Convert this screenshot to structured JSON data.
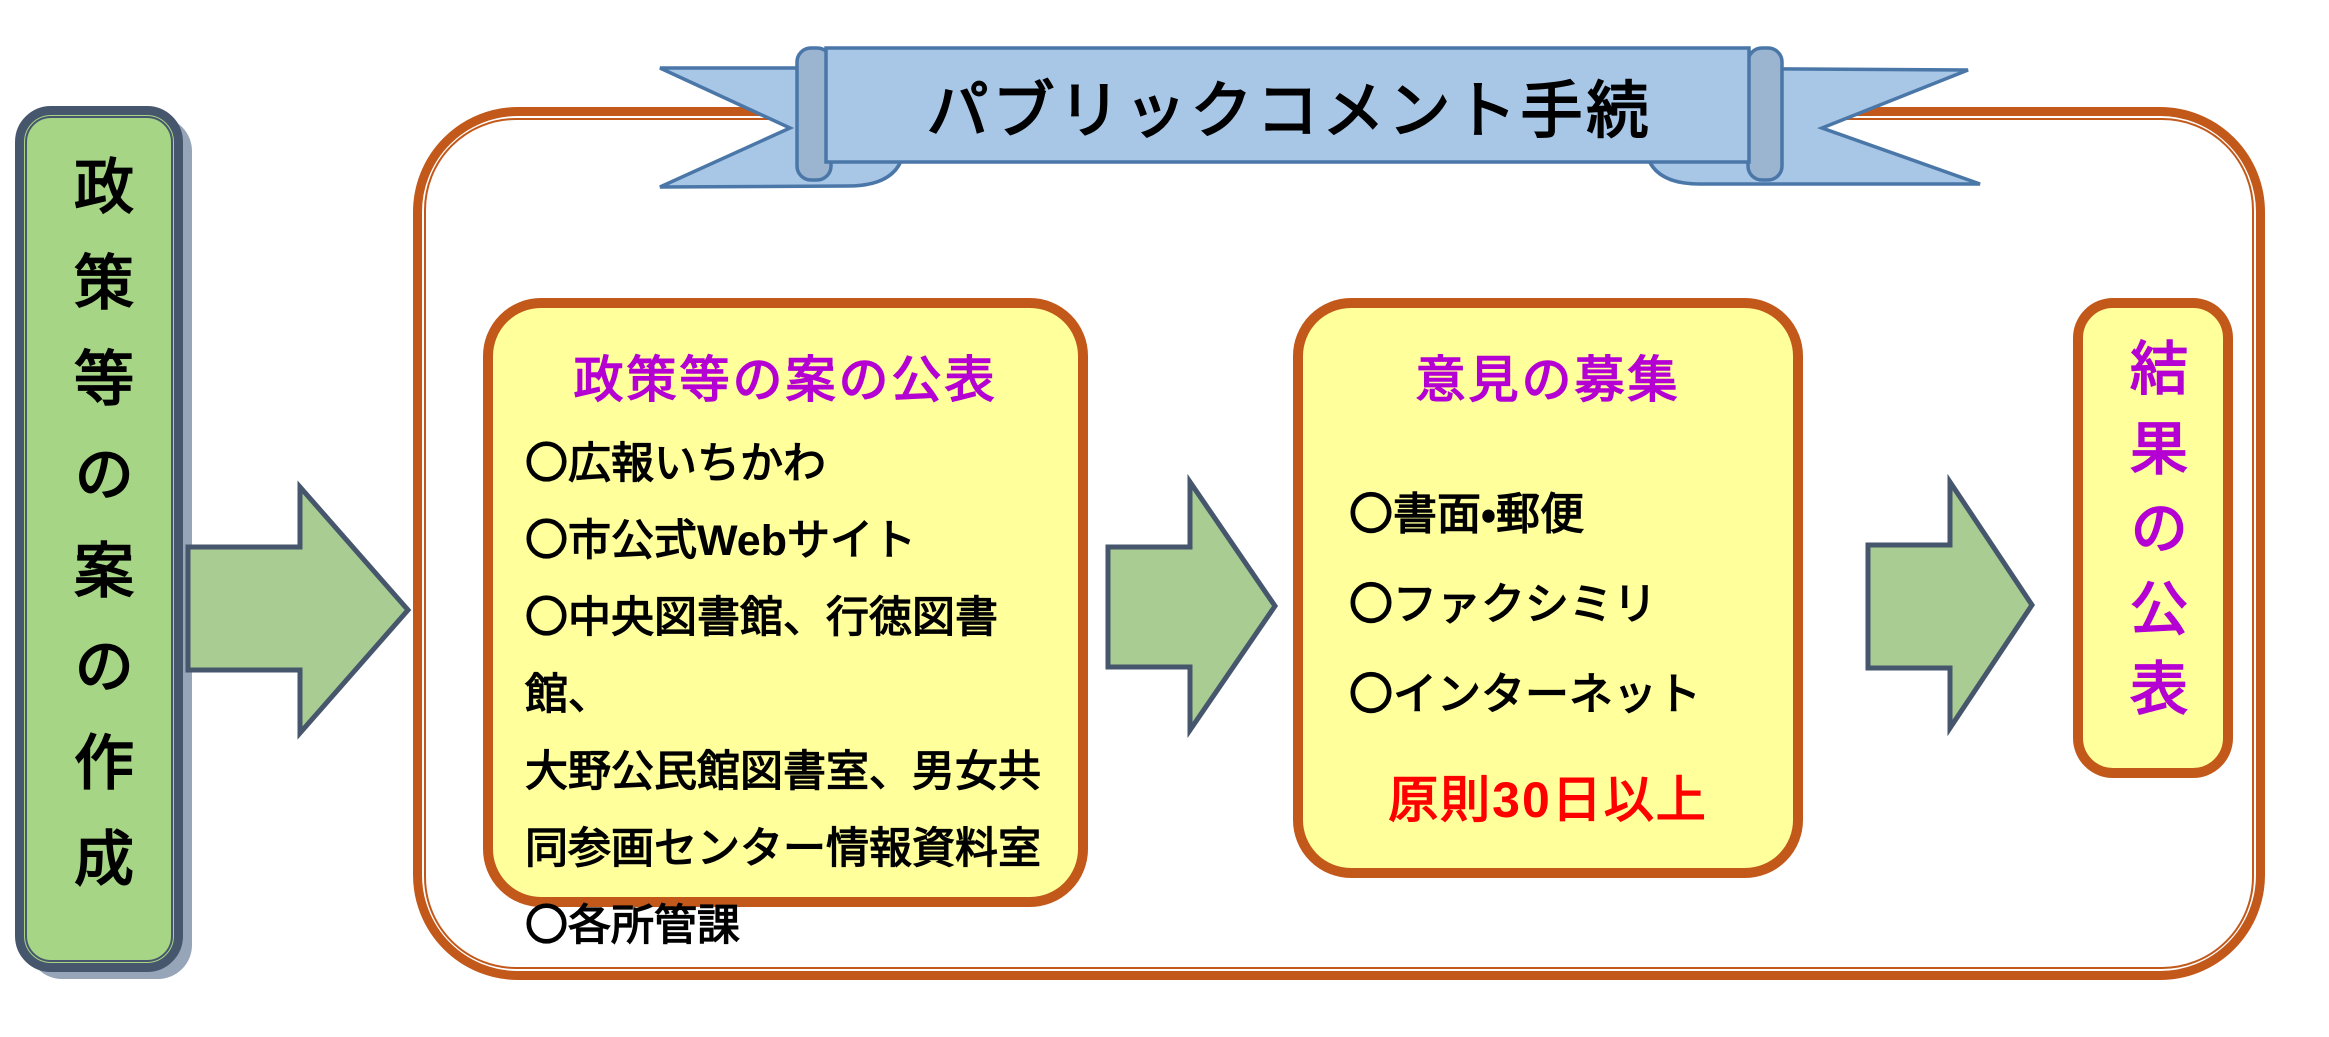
{
  "ribbon": {
    "title": "パブリックコメント手続"
  },
  "left_panel": {
    "label": "政策等の案の作成"
  },
  "publish_box": {
    "title": "政策等の案の公表",
    "lines": [
      "〇広報いちかわ",
      "〇市公式Webサイト",
      "〇中央図書館、行徳図書館、",
      "大野公民館図書室、男女共",
      "同参画センター情報資料室",
      "〇各所管課"
    ]
  },
  "opinion_box": {
    "title": "意見の募集",
    "lines": [
      "〇書面・郵便",
      "〇ファクシミリ",
      "〇インターネット"
    ],
    "note": "原則30日以上"
  },
  "result_box": {
    "label": "結果の公表"
  },
  "colors": {
    "frame_orange": "#C2591B",
    "box_yellow": "#FFFF9C",
    "title_magenta": "#B400D3",
    "note_red": "#FF0000",
    "panel_green": "#A6D585",
    "panel_border_slate": "#46566C",
    "arrow_green": "#A9CC92",
    "ribbon_blue": "#A8C7E6",
    "ribbon_border_blue": "#4A77A8"
  }
}
